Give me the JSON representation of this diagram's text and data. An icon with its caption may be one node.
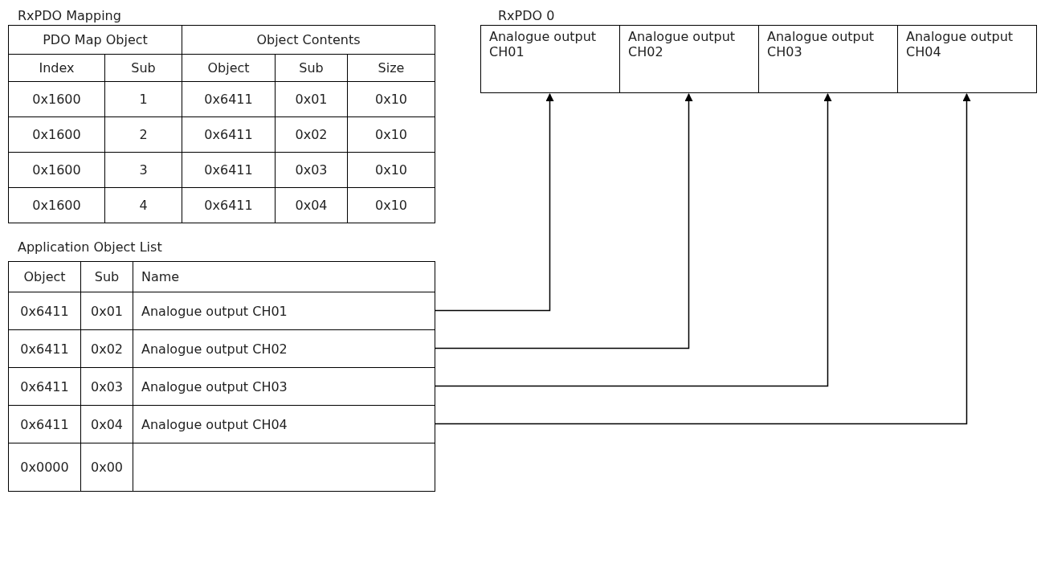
{
  "diagram": {
    "nodes": [
      {
        "text": [
          "RxPDO 0"
        ]
      },
      {
        "text": [
          "Analogue output CH01"
        ],
        "in": 0
      },
      {
        "text": [
          "Analogue output CH02"
        ],
        "in": 0
      },
      {
        "text": [
          "Analogue output CH03"
        ],
        "in": 0
      },
      {
        "text": [
          "Analogue output CH04"
        ],
        "in": 0
      },
      {
        "text": [
          "0x6411",
          "0x01",
          "Analogue output CH01"
        ]
      },
      {
        "text": [
          "0x6411",
          "0x02",
          "Analogue output CH02"
        ]
      },
      {
        "text": [
          "0x6411",
          "0x03",
          "Analogue output CH03"
        ]
      },
      {
        "text": [
          "0x6411",
          "0x04",
          "Analogue output CH04"
        ]
      }
    ],
    "edges": [
      {
        "from": 5,
        "to": 1,
        "arrow": "to"
      },
      {
        "from": 6,
        "to": 2,
        "arrow": "to"
      },
      {
        "from": 7,
        "to": 3,
        "arrow": "to"
      },
      {
        "from": 8,
        "to": 4,
        "arrow": "to"
      }
    ],
    "labels": [
      "RxPDO Mapping",
      "PDO Map Object",
      "Object Contents",
      "Index",
      "Sub",
      "Object",
      "Sub",
      "Size",
      "0x1600",
      "1",
      "0x6411",
      "0x01",
      "0x10",
      "0x1600",
      "2",
      "0x6411",
      "0x02",
      "0x10",
      "0x1600",
      "3",
      "0x6411",
      "0x03",
      "0x10",
      "0x1600",
      "4",
      "0x6411",
      "0x04",
      "0x10",
      "Application Object List",
      "Object",
      "Sub",
      "Name",
      "0x0000",
      "0x00"
    ]
  }
}
